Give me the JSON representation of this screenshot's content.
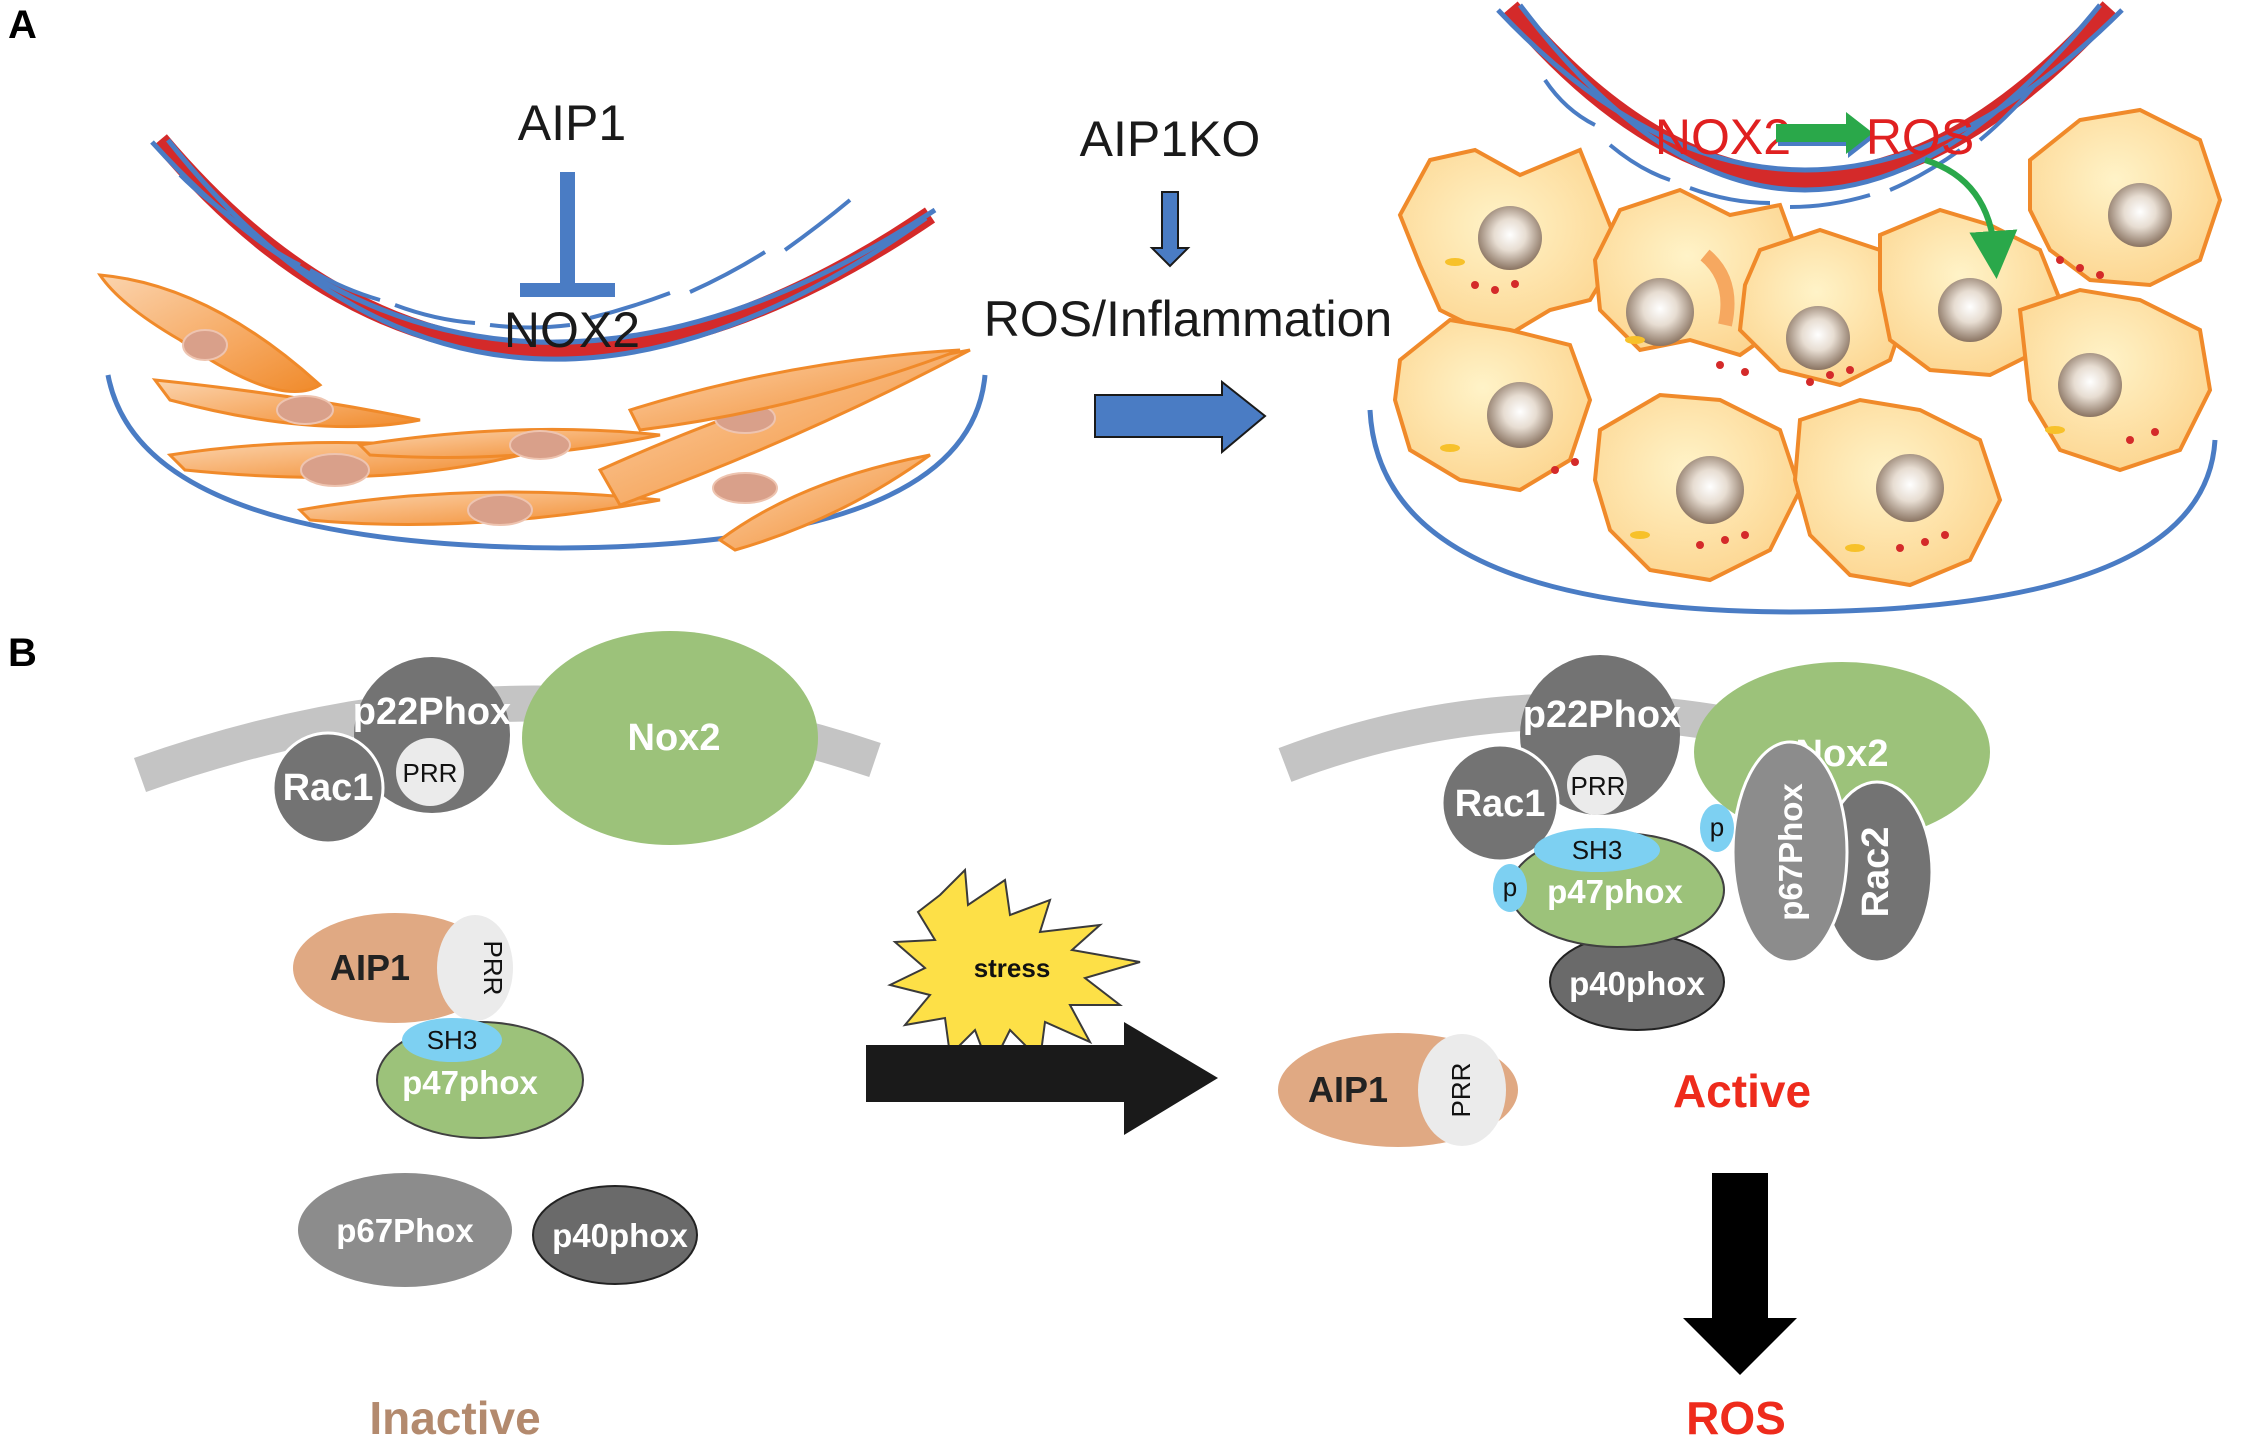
{
  "panel_a": {
    "panel_label": "A",
    "left": {
      "aip1": "AIP1",
      "nox2": "NOX2"
    },
    "middle": {
      "aip1ko": "AIP1KO",
      "ros_inflammation": "ROS/Inflammation"
    },
    "right": {
      "nox2": "NOX2",
      "ros": "ROS"
    }
  },
  "panel_b": {
    "panel_label": "B",
    "left": {
      "p22phox": "p22Phox",
      "nox2": "Nox2",
      "rac1": "Rac1",
      "prr": "PRR",
      "aip1": "AIP1",
      "aip1_prr": "PRR",
      "sh3": "SH3",
      "p47phox": "p47phox",
      "p67phox": "p67Phox",
      "p40phox": "p40phox",
      "state": "Inactive"
    },
    "stress": "stress",
    "right": {
      "p22phox": "p22Phox",
      "nox2": "Nox2",
      "rac1": "Rac1",
      "prr": "PRR",
      "sh3": "SH3",
      "p47phox": "p47phox",
      "p_left": "p",
      "p_right": "p",
      "p67phox": "p67Phox",
      "rac2": "Rac2",
      "p40phox": "p40phox",
      "aip1": "AIP1",
      "aip1_prr": "PRR",
      "state": "Active",
      "ros": "ROS"
    }
  },
  "colors": {
    "vessel_blue": "#4a7cc4",
    "endothelium_red": "#d42a2a",
    "smc_orange": "#f08a2a",
    "nox2_green": "#9cc27a",
    "grey_protein": "#737373",
    "aip1_tan": "#e0a983",
    "sh3_blue": "#7dd0f2",
    "active_red": "#ee2b1c",
    "inactive_brown": "#b38a6e"
  }
}
